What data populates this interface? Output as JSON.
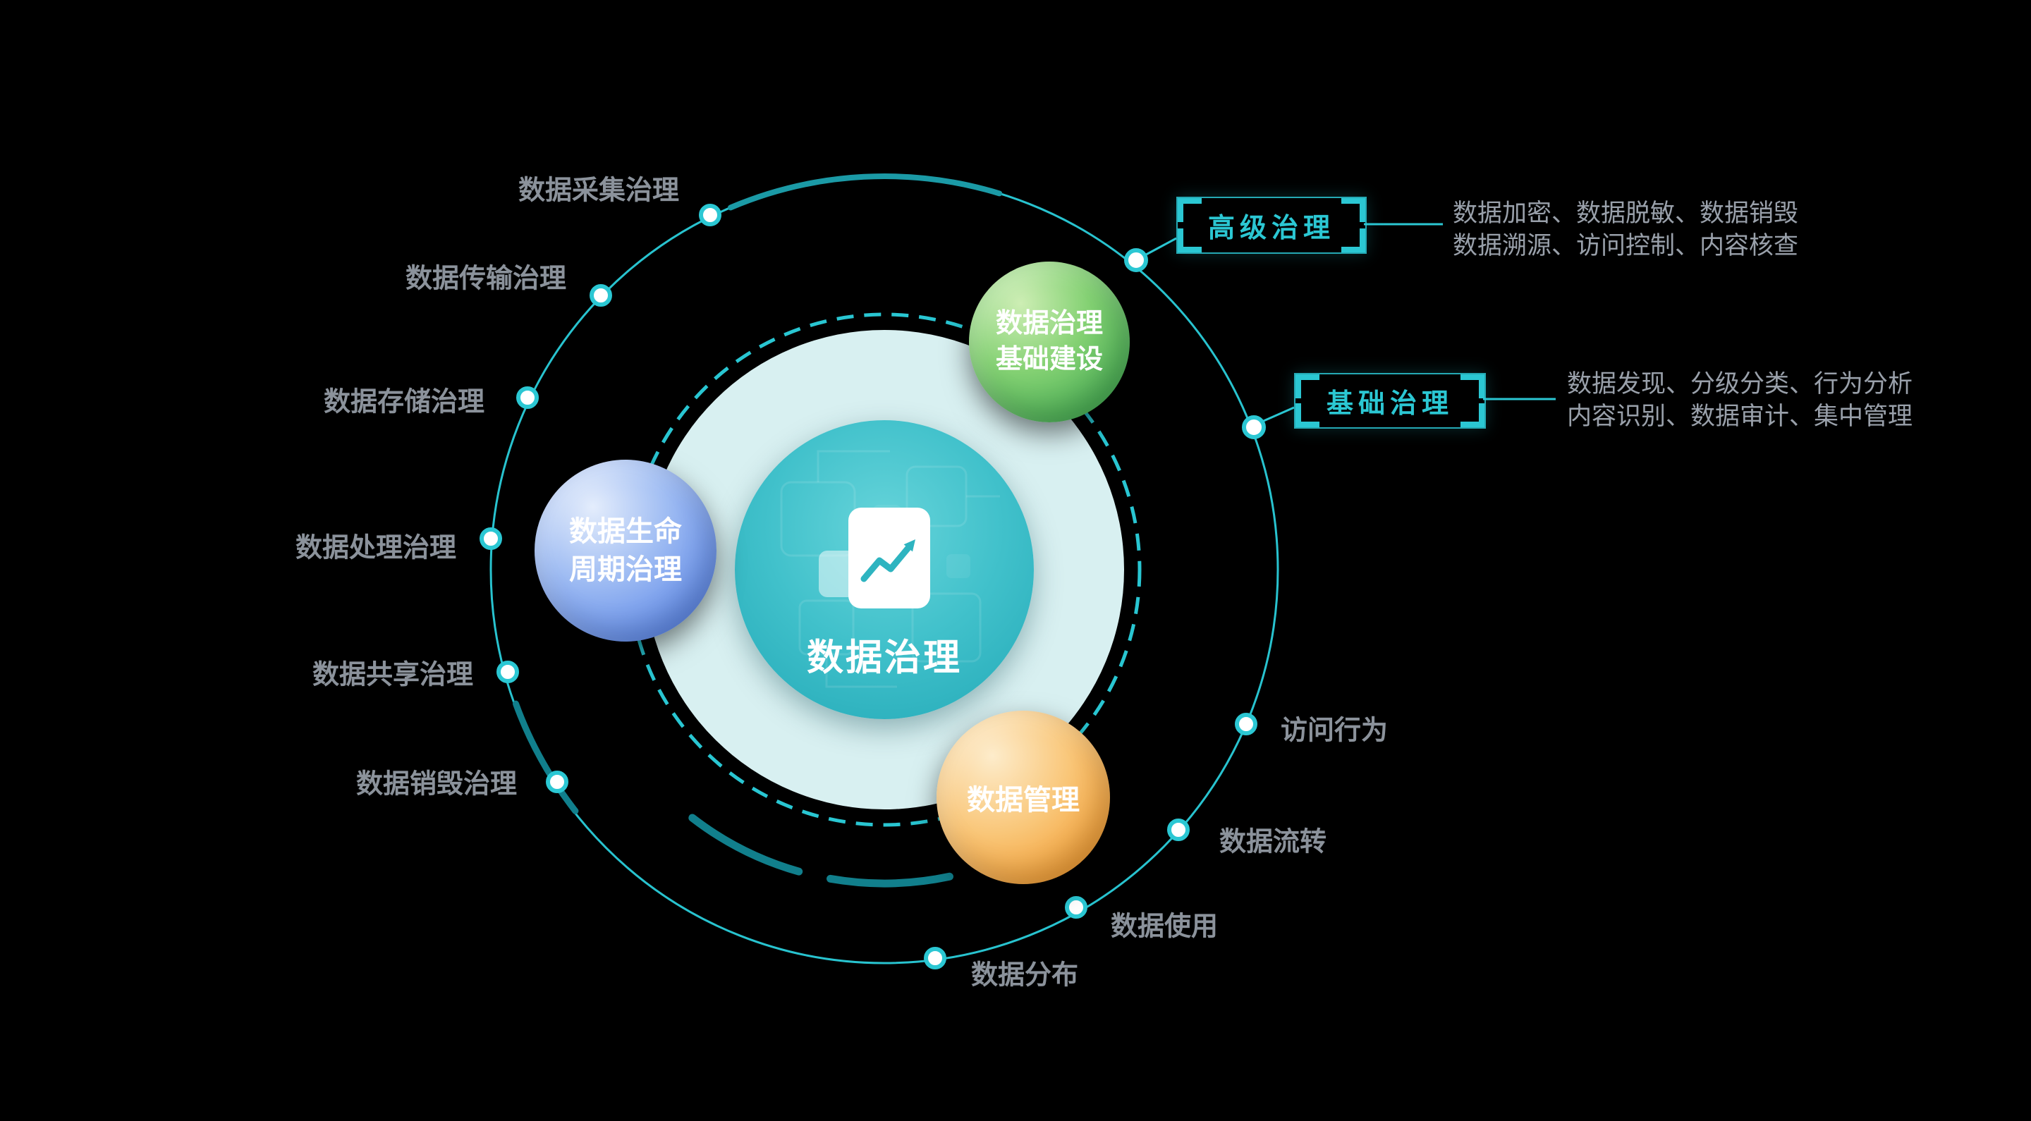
{
  "diagram": {
    "title_center": "数据治理",
    "center_icon": "document-trend-chart-icon",
    "bubbles": {
      "infrastructure": {
        "line1": "数据治理",
        "line2": "基础建设",
        "color": "#46ad53"
      },
      "lifecycle": {
        "line1": "数据生命",
        "line2": "周期治理",
        "color": "#5d88e8"
      },
      "management": {
        "line1": "数据管理",
        "color": "#f29a2e"
      }
    },
    "ring_labels": {
      "collect": "数据采集治理",
      "transfer": "数据传输治理",
      "storage": "数据存储治理",
      "process": "数据处理治理",
      "share": "数据共享治理",
      "destroy": "数据销毁治理",
      "distribution": "数据分布",
      "usage": "数据使用",
      "flow": "数据流转",
      "access": "访问行为"
    },
    "callouts": {
      "advanced": {
        "title": "高级治理",
        "line1": "数据加密、数据脱敏、数据销毁",
        "line2": "数据溯源、访问控制、内容核查"
      },
      "basic": {
        "title": "基础治理",
        "line1": "数据发现、分级分类、行为分析",
        "line2": "内容识别、数据审计、集中管理"
      }
    },
    "colors": {
      "accent_cyan": "#2bc7d3",
      "halo": "#d8f0f1",
      "core_teal": "#41c1cb",
      "label_gray": "#8b929b",
      "desc_gray": "#99a0aa",
      "background": "#000000"
    }
  }
}
